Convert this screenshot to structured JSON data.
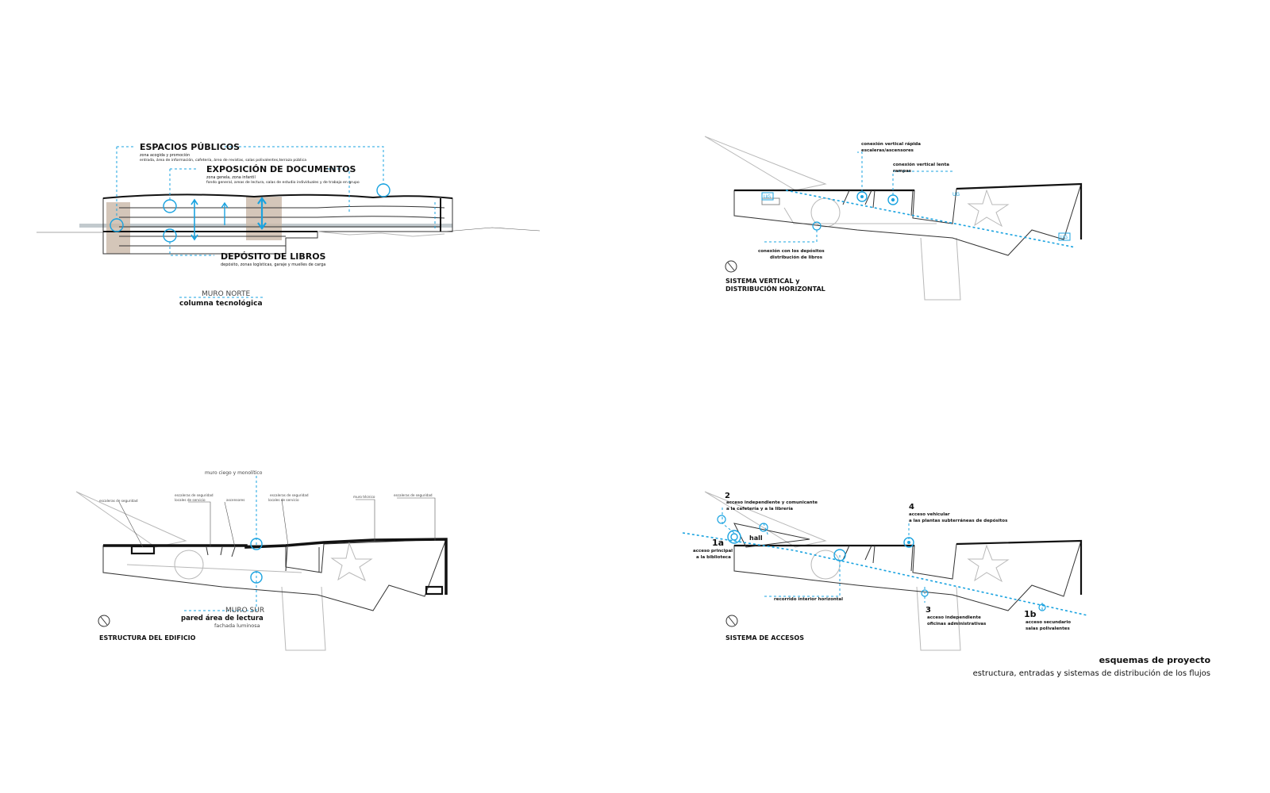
{
  "muro_norte": {
    "espacios_publicos": "ESPACIOS PÚBLICOS",
    "espacios_sub1": "zona acogida y promoción",
    "espacios_sub2": "entrada, área de información, cafetería, área de revistas, salas polivalentes,terraza pública",
    "exposicion": "EXPOSICIÓN DE DOCUMENTOS",
    "exposicion_sub1": "zona genela, zona infantil",
    "exposicion_sub2": "fondo general, areas de lectura, salas de estudio individuales y de trabajo en grupo",
    "deposito": "DEPÓSITO DE LIBROS",
    "deposito_sub": "depósito, zonas logísticas, garaje y muelles de carga",
    "caption1": "MURO NORTE",
    "caption2": "columna tecnológica"
  },
  "sistema_vertical": {
    "conexion_rapida1": "conexión vertical rápida",
    "conexion_rapida2": "escaleras/ascensores",
    "conexion_lenta1": "conexión vertical lenta",
    "conexion_lenta2": "rampas",
    "conexion_depositos1": "conexión con los depósitos",
    "conexion_depositos2": "distribución de libros",
    "badge_left": "UG",
    "badge_mid": "UG",
    "badge_right": "UG",
    "caption1": "SISTEMA VERTICAL y",
    "caption2": "DISTRIBUCIÓN HORIZONTAL"
  },
  "estructura": {
    "muro_ciego": "muro ciego y monolítico",
    "escaleras_seguridad_1": "escaleras de seguridad",
    "escaleras_seguridad_2": "escaleras de seguridad",
    "locales_servicio_1": "locales de servicio",
    "ascensores": "ascensores",
    "escaleras_seguridad_3": "escaleras de seguridad",
    "locales_servicio_2": "locales de servicio",
    "muro_tecnico": "muro técnico",
    "escaleras_seguridad_4": "escaleras de seguridad",
    "muro_sur": "MURO SUR",
    "pared_lectura": "pared área de lectura",
    "fachada": "fachada luminosa",
    "caption": "ESTRUCTURA DEL EDIFICIO"
  },
  "accesos": {
    "n2": "2",
    "n2_text1": "acceso independiente y comunicante",
    "n2_text2": "a la cafetería  y a la librería",
    "n1a": "1a",
    "n1a_text1": "acceso principal",
    "n1a_text2": "a la biblioteca",
    "hall": "hall",
    "n4": "4",
    "n4_text1": "acceso vehicular",
    "n4_text2": "a las plantas subterráneas de depósitos",
    "recorrido": "recorrido interior horizontal",
    "n3": "3",
    "n3_text1": "acceso independiente",
    "n3_text2": "oficinas administrativas",
    "n1b": "1b",
    "n1b_text1": "acceso secundario",
    "n1b_text2": "salas polivalentes",
    "caption": "SISTEMA DE ACCESOS"
  },
  "footer": {
    "title": "esquemas de proyecto",
    "subtitle": "estructura, entradas y sistemas de distribución de los flujos"
  },
  "colors": {
    "accent": "#1aa3e0",
    "ink": "#111111",
    "gray": "#b8b8b8",
    "sand": "#c9b8a8"
  }
}
